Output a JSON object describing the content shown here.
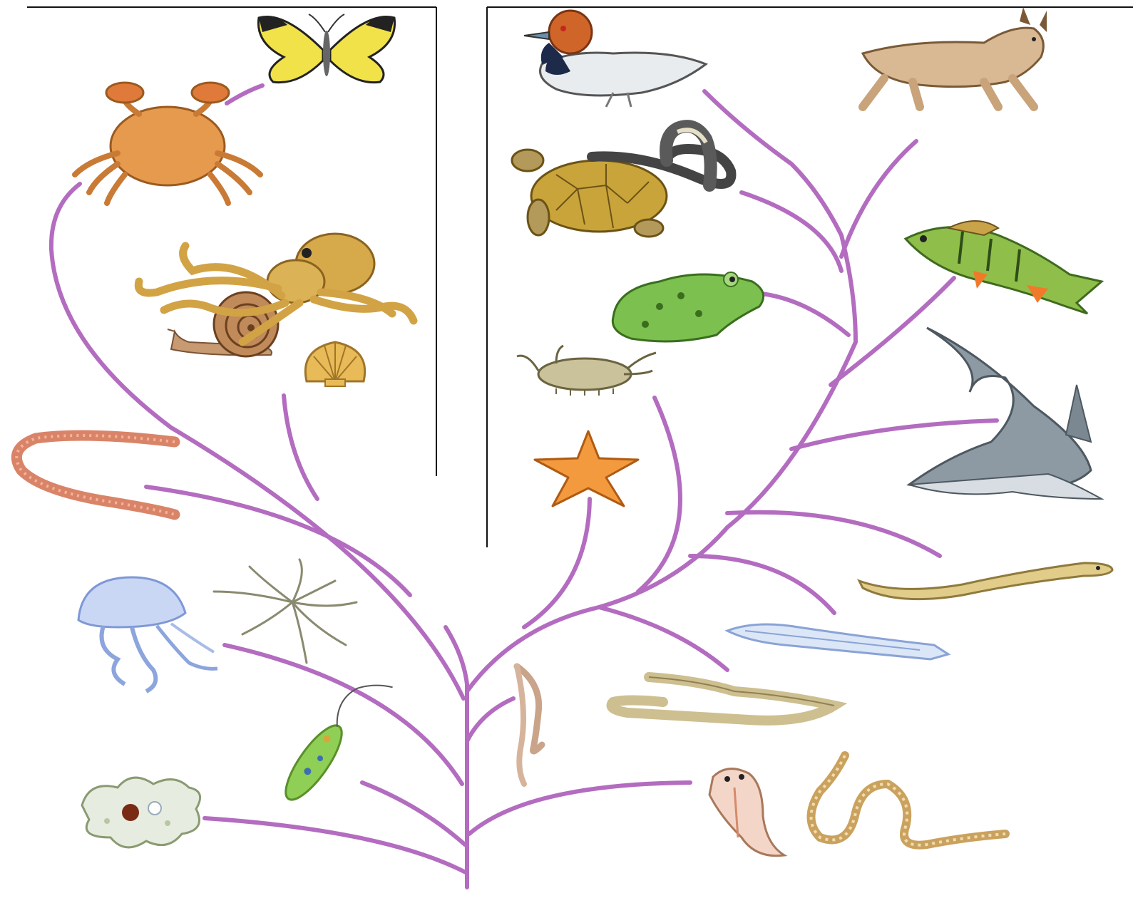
{
  "colors": {
    "branch": "#b36cc0",
    "divider": "#111111",
    "background": "#ffffff"
  },
  "animals": [
    {
      "name": "amoeba-icon",
      "kind": "amoeba"
    },
    {
      "name": "euglena-icon",
      "kind": "euglena"
    },
    {
      "name": "jellyfish-icon",
      "kind": "jellyfish"
    },
    {
      "name": "hydra-icon",
      "kind": "hydra"
    },
    {
      "name": "earthworm-icon",
      "kind": "earthworm"
    },
    {
      "name": "snail-icon",
      "kind": "snail"
    },
    {
      "name": "octopus-icon",
      "kind": "octopus"
    },
    {
      "name": "scallop-icon",
      "kind": "scallop"
    },
    {
      "name": "crab-icon",
      "kind": "crab"
    },
    {
      "name": "butterfly-icon",
      "kind": "butterfly"
    },
    {
      "name": "roundworm-icon",
      "kind": "roundworm"
    },
    {
      "name": "flatworm-icon",
      "kind": "flatworm"
    },
    {
      "name": "tapeworm-icon",
      "kind": "tapeworm"
    },
    {
      "name": "acorn-worm-icon",
      "kind": "acorn-worm"
    },
    {
      "name": "lancelet-icon",
      "kind": "lancelet"
    },
    {
      "name": "lamprey-icon",
      "kind": "lamprey"
    },
    {
      "name": "shark-icon",
      "kind": "shark"
    },
    {
      "name": "perch-icon",
      "kind": "perch"
    },
    {
      "name": "starfish-icon",
      "kind": "starfish"
    },
    {
      "name": "sea-cucumber-icon",
      "kind": "sea-cucumber"
    },
    {
      "name": "frog-icon",
      "kind": "frog"
    },
    {
      "name": "turtle-icon",
      "kind": "turtle"
    },
    {
      "name": "cobra-icon",
      "kind": "cobra"
    },
    {
      "name": "duck-icon",
      "kind": "duck"
    },
    {
      "name": "lynx-icon",
      "kind": "lynx"
    }
  ]
}
